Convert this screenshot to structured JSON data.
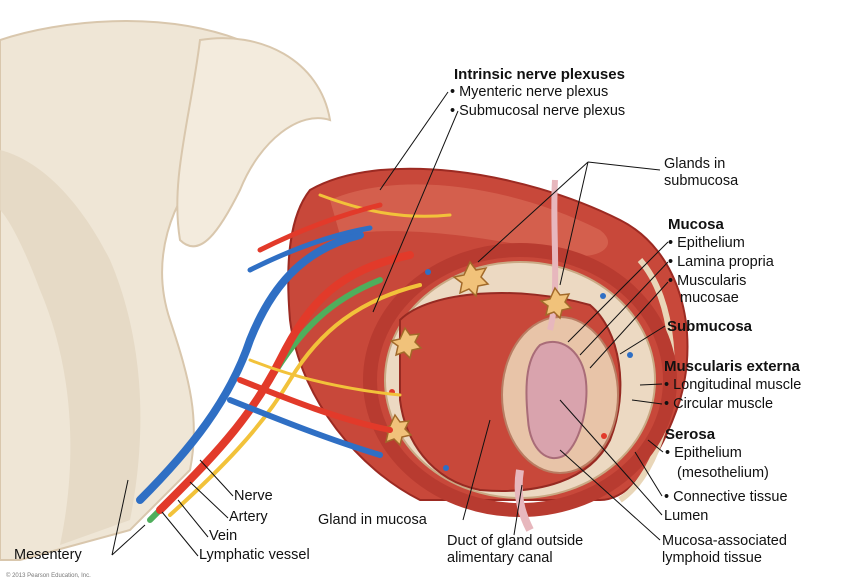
{
  "labels": {
    "intrinsic_heading": "Intrinsic nerve plexuses",
    "myenteric": "• Myenteric nerve plexus",
    "submucosal_plexus": "• Submucosal nerve plexus",
    "glands_submucosa_1": "Glands in",
    "glands_submucosa_2": "submucosa",
    "mucosa_heading": "Mucosa",
    "mucosa_epithelium": "• Epithelium",
    "lamina_propria": "• Lamina propria",
    "muscularis_mucosae_1": "• Muscularis",
    "muscularis_mucosae_2": "mucosae",
    "submucosa_heading": "Submucosa",
    "muscularis_externa_heading": "Muscularis externa",
    "longitudinal": "• Longitudinal muscle",
    "circular": "• Circular muscle",
    "serosa_heading": "Serosa",
    "serosa_epithelium": "• Epithelium",
    "mesothelium": "(mesothelium)",
    "connective": "• Connective tissue",
    "lumen": "Lumen",
    "malt_1": "Mucosa-associated",
    "malt_2": "lymphoid tissue",
    "duct_1": "Duct of gland outside",
    "duct_2": "alimentary canal",
    "gland_mucosa": "Gland in mucosa",
    "nerve": "Nerve",
    "artery": "Artery",
    "vein": "Vein",
    "lymphatic": "Lymphatic vessel",
    "mesentery": "Mesentery"
  },
  "credit": "© 2013 Pearson Education, Inc.",
  "colors": {
    "muscle": "#c8483a",
    "muscle_dark": "#a8302a",
    "submucosa": "#ecd9c2",
    "mesentery": "#efe6d6",
    "artery": "#e23a2a",
    "vein": "#2f6fc4",
    "nerve": "#f2c23a",
    "lymphatic": "#4fae5c",
    "lumen": "#d9a3ad"
  }
}
